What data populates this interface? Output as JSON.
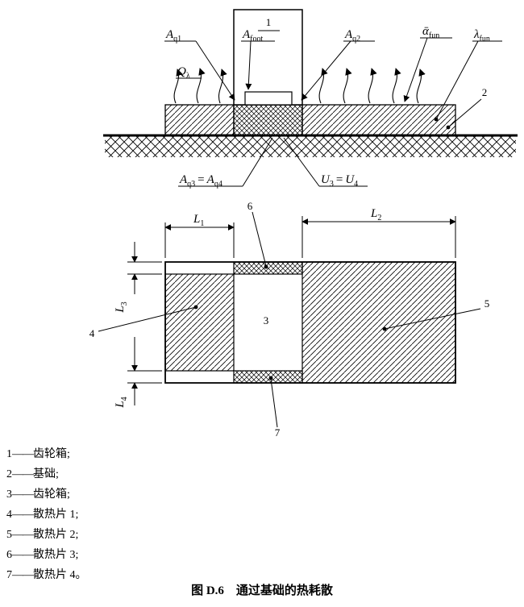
{
  "colors": {
    "ink": "#000000",
    "paper": "#ffffff"
  },
  "caption": {
    "text": "图 D.6　通过基础的热耗散"
  },
  "legend": {
    "items": [
      {
        "num": "1",
        "dash": "——",
        "text": "齿轮箱;"
      },
      {
        "num": "2",
        "dash": "——",
        "text": "基础;"
      },
      {
        "num": "3",
        "dash": "——",
        "text": "齿轮箱;"
      },
      {
        "num": "4",
        "dash": "——",
        "text": "散热片 1;"
      },
      {
        "num": "5",
        "dash": "——",
        "text": "散热片 2;"
      },
      {
        "num": "6",
        "dash": "——",
        "text": "散热片 3;"
      },
      {
        "num": "7",
        "dash": "——",
        "text": "散热片 4。"
      }
    ]
  },
  "section": {
    "labels": {
      "part1": "1",
      "part2": "2",
      "aq1": {
        "b": "A",
        "s": "q1"
      },
      "afoot": {
        "b": "A",
        "s": "foot"
      },
      "aq2": {
        "b": "A",
        "s": "q2"
      },
      "alpha_fun": {
        "b": "ᾱ",
        "s": "fun"
      },
      "lambda_fun": {
        "b": "λ",
        "s": "fun"
      },
      "q_lambda": {
        "b": "Q",
        "s": "λ"
      },
      "aq3_aq4": {
        "b1": "A",
        "s1": "q3",
        "eq": "=",
        "b2": "A",
        "s2": "q4"
      },
      "u3_u4": {
        "b1": "U",
        "s1": "3",
        "eq": "=",
        "b2": "U",
        "s2": "4"
      }
    }
  },
  "plan": {
    "labels": {
      "part3": "3",
      "part4": "4",
      "part5": "5",
      "part6": "6",
      "part7": "7",
      "l1": {
        "b": "L",
        "s": "1"
      },
      "l2": {
        "b": "L",
        "s": "2"
      },
      "l3": {
        "b": "L",
        "s": "3"
      },
      "l4": {
        "b": "L",
        "s": "4"
      }
    }
  }
}
